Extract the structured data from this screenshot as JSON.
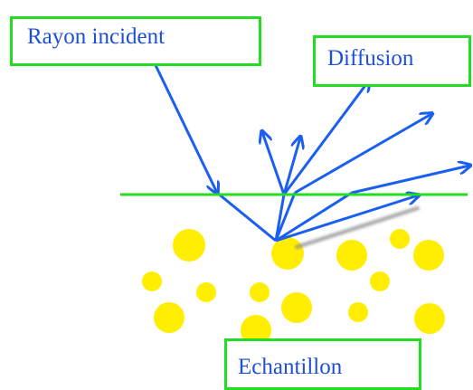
{
  "labels": {
    "incident": "Rayon incident",
    "diffusion": "Diffusion",
    "sample": "Echantillon"
  },
  "colors": {
    "arrow": "#1a5ff0",
    "surface": "#22dd22",
    "particle": "#ffee00",
    "box_border": "#22dd22",
    "text": "#1f4fd6"
  }
}
